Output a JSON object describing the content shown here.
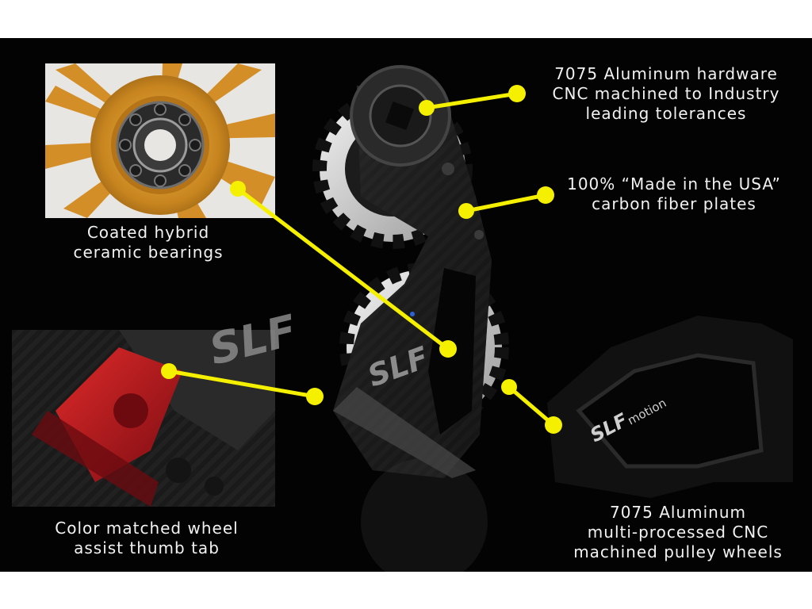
{
  "callouts": {
    "hardware": {
      "line1": "7075 Aluminum hardware",
      "line2": "CNC machined to Industry",
      "line3": "leading tolerances"
    },
    "carbon": {
      "line1": "100% “Made in the USA”",
      "line2": "carbon fiber plates"
    },
    "bearings": {
      "line1": "Coated hybrid",
      "line2": "ceramic bearings"
    },
    "thumb_tab": {
      "line1": "Color matched wheel",
      "line2": "assist thumb tab"
    },
    "pulley": {
      "line1": "7075 Aluminum",
      "line2": "multi-processed CNC",
      "line3": "machined pulley wheels"
    }
  },
  "logo_texts": {
    "main": "SLF",
    "secondary": "motion"
  },
  "colors": {
    "background": "#030303",
    "callout_yellow": "#f5f000",
    "gold_pulley": "#d38e28",
    "red_tab": "#b3141d",
    "carbon": "#1f1f1f",
    "label_text": "#f2f2f2"
  }
}
